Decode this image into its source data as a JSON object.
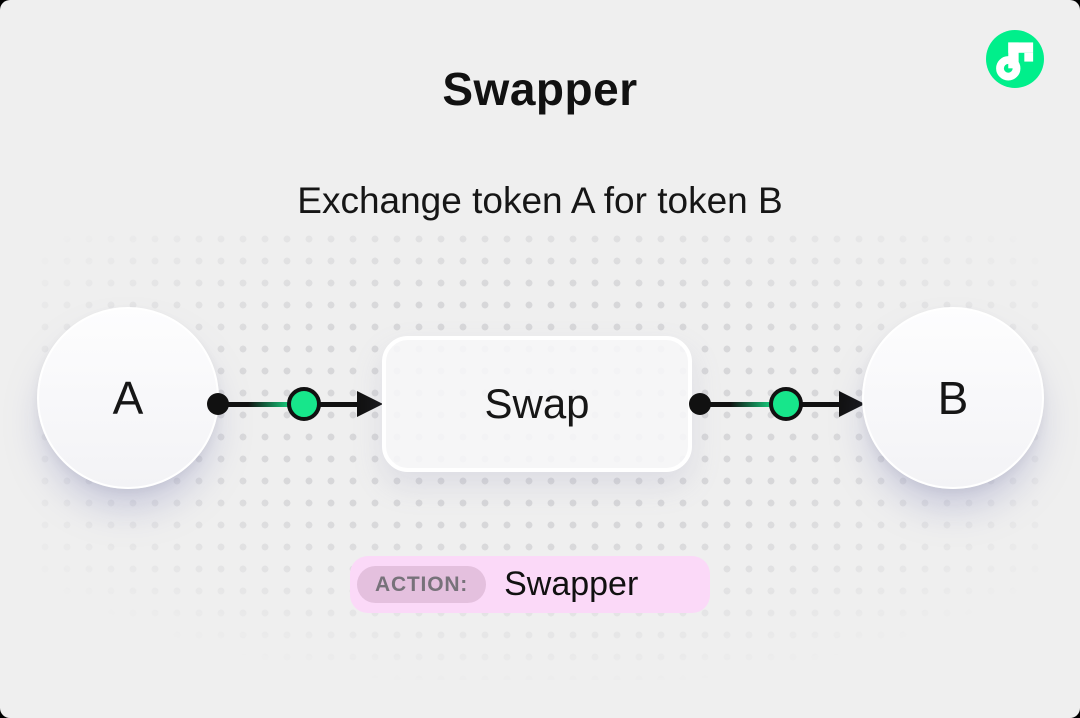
{
  "header": {
    "title": "Swapper",
    "subtitle": "Exchange token A for token B"
  },
  "logo": {
    "name": "flow-logo",
    "green": "#00ef8b"
  },
  "diagram": {
    "node_a_label": "A",
    "node_b_label": "B",
    "swap_label": "Swap",
    "port_color": "#17e68b",
    "connector_color": "#111111"
  },
  "action_badge": {
    "label": "ACTION:",
    "value": "Swapper",
    "badge_bg": "#fbd9f8",
    "label_bg": "#e4c0de",
    "label_color": "#77727a"
  },
  "colors": {
    "card_background": "#efefef",
    "dot_pattern": "#d7d7d9",
    "text": "#111111"
  }
}
